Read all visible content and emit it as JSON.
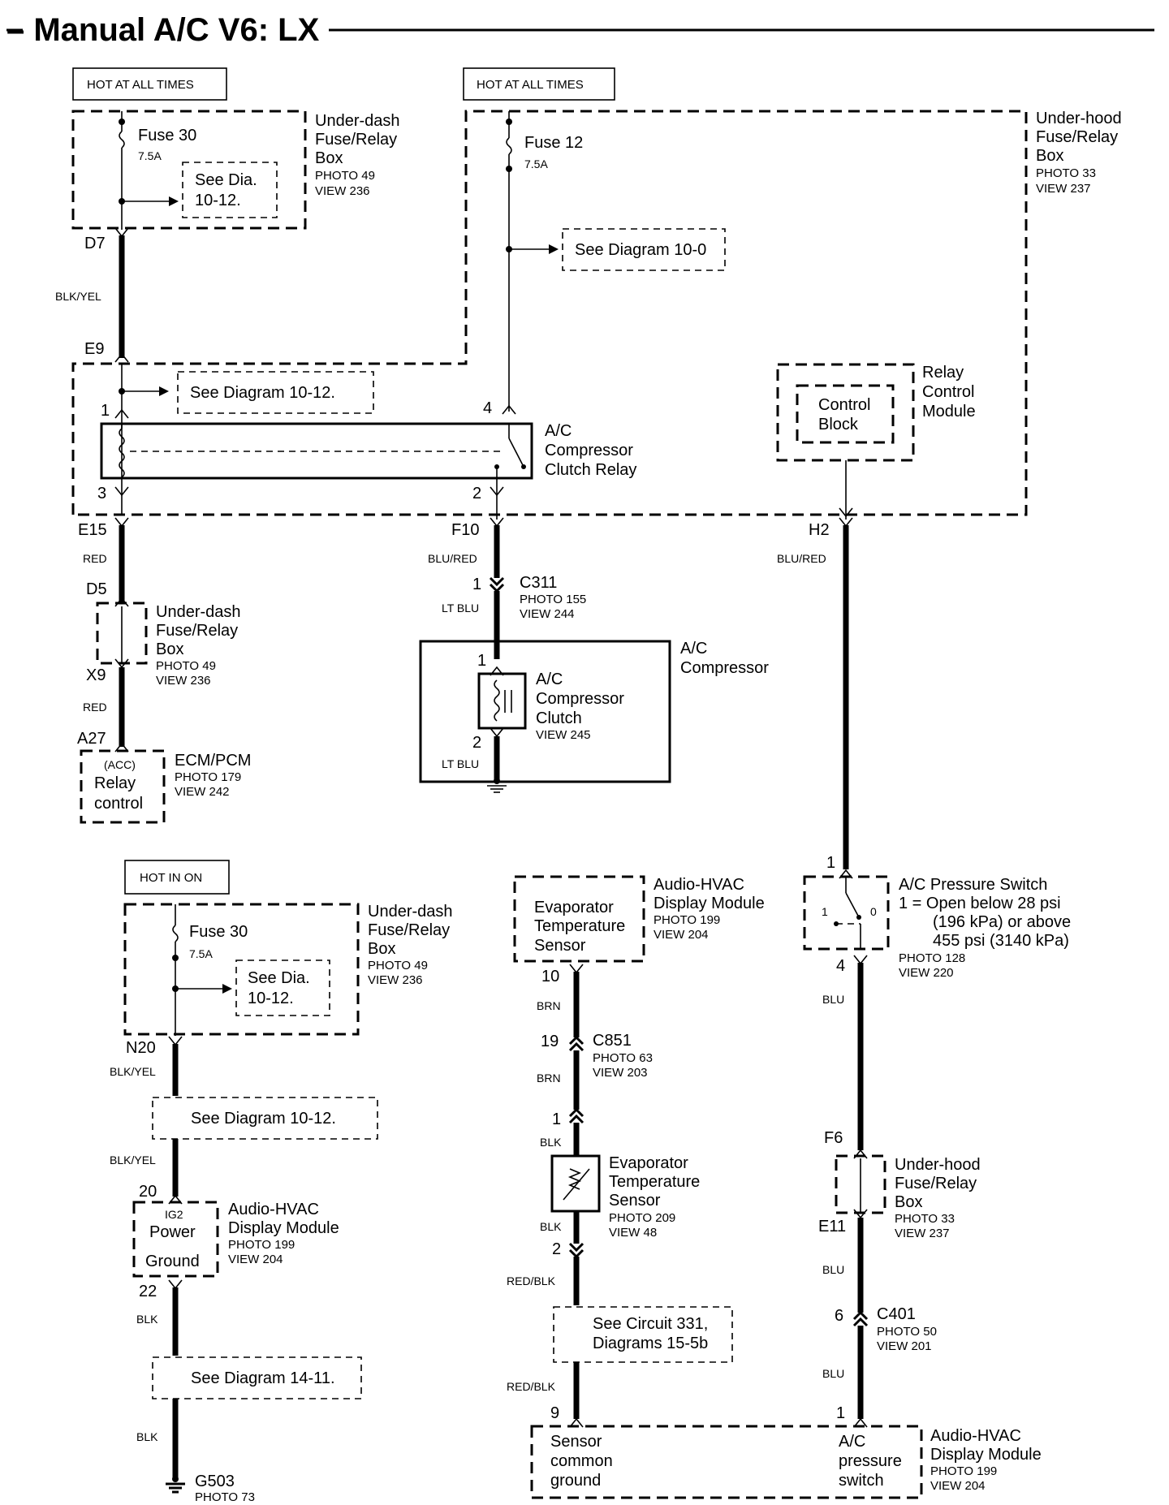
{
  "title": "– Manual A/C V6: LX",
  "hot_at_all_times": "HOT AT ALL TIMES",
  "hot_in_on": "HOT IN ON",
  "fuse30": "Fuse 30",
  "fuse12": "Fuse 12",
  "amp_7_5": "7.5A",
  "see_dia_a": "See Dia.",
  "see_dia_b": "10-12.",
  "see_diag_10_0": "See Diagram 10-0",
  "see_diag_10_12": "See Diagram 10-12.",
  "see_diag_14_11": "See Diagram 14-11.",
  "see_circuit_1": "See Circuit 331,",
  "see_circuit_2": "Diagrams 15-5b",
  "under_dash": [
    "Under-dash",
    "Fuse/Relay",
    "Box"
  ],
  "under_hood": [
    "Under-hood",
    "Fuse/Relay",
    "Box"
  ],
  "photo49": "PHOTO 49",
  "view236": "VIEW 236",
  "photo33": "PHOTO 33",
  "view237": "VIEW 237",
  "relay_control": [
    "Relay",
    "Control",
    "Module"
  ],
  "control_block": [
    "Control",
    "Block"
  ],
  "clutch_relay": [
    "A/C",
    "Compressor",
    "Clutch Relay"
  ],
  "compressor": [
    "A/C",
    "Compressor"
  ],
  "clutch": [
    "A/C",
    "Compressor",
    "Clutch"
  ],
  "view245": "VIEW 245",
  "ecm": {
    "name": "ECM/PCM",
    "photo": "PHOTO 179",
    "view": "VIEW 242",
    "acc": "(ACC)",
    "relay": "Relay",
    "control": "control"
  },
  "c311": {
    "name": "C311",
    "photo": "PHOTO 155",
    "view": "VIEW 244"
  },
  "c851": {
    "name": "C851",
    "photo": "PHOTO 63",
    "view": "VIEW 203"
  },
  "c401": {
    "name": "C401",
    "photo": "PHOTO 50",
    "view": "VIEW 201"
  },
  "g503": {
    "name": "G503",
    "photo": "PHOTO 73"
  },
  "audio_hvac": [
    "Audio-HVAC",
    "Display Module"
  ],
  "photo199": "PHOTO 199",
  "view204": "VIEW 204",
  "ig2": "IG2",
  "power": "Power",
  "ground": "Ground",
  "evap": [
    "Evaporator",
    "Temperature",
    "Sensor"
  ],
  "photo209": "PHOTO 209",
  "view48": "VIEW 48",
  "pressure_switch": {
    "name": "A/C Pressure Switch",
    "line1": "1 = Open below 28 psi",
    "line2": "(196 kPa) or above",
    "line3": "455 psi (3140 kPa)",
    "photo": "PHOTO 128",
    "view": "VIEW 220",
    "state0": "0",
    "state1": "1"
  },
  "bottom_module": {
    "sensor": [
      "Sensor",
      "common",
      "ground"
    ],
    "switch": [
      "A/C",
      "pressure",
      "switch"
    ]
  },
  "wires": {
    "blk_yel": "BLK/YEL",
    "red": "RED",
    "blu_red": "BLU/RED",
    "lt_blu": "LT BLU",
    "brn": "BRN",
    "blk": "BLK",
    "red_blk": "RED/BLK",
    "blu": "BLU"
  },
  "pins": {
    "D7": "D7",
    "E9": "E9",
    "E15": "E15",
    "D5": "D5",
    "X9": "X9",
    "A27": "A27",
    "F10": "F10",
    "H2": "H2",
    "N20": "N20",
    "F6": "F6",
    "E11": "E11",
    "p1": "1",
    "p2": "2",
    "p3": "3",
    "p4": "4",
    "p6": "6",
    "p9": "9",
    "p10": "10",
    "p19": "19",
    "p20": "20",
    "p22": "22"
  }
}
